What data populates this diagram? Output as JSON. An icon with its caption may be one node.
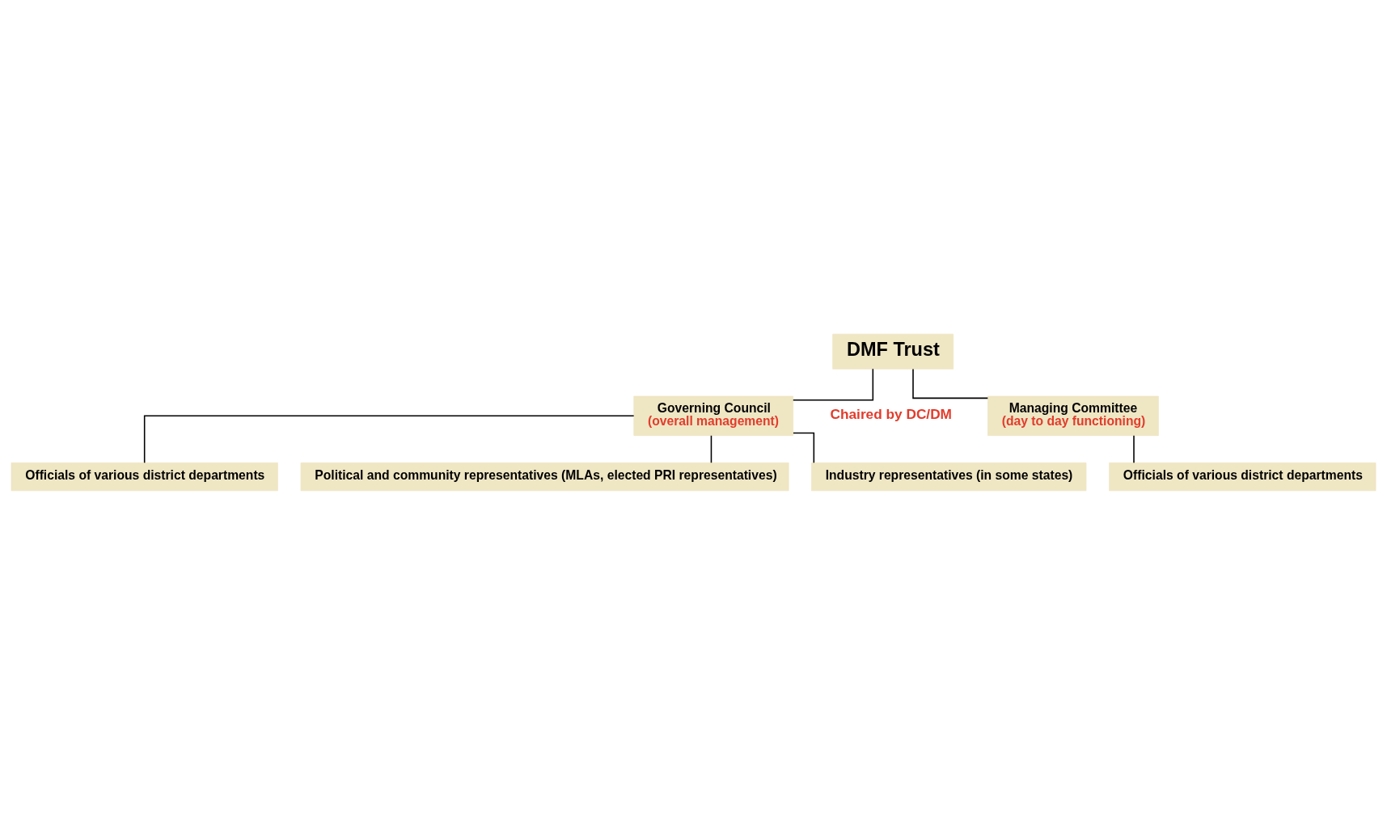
{
  "diagram": {
    "nodes": [
      {
        "text": [
          "DMF Trust"
        ]
      },
      {
        "text": [
          "Governing Council",
          "(overall management)"
        ]
      },
      {
        "text": [
          "Managing Committee",
          "(day to day functioning)"
        ]
      },
      {
        "text": [
          "Officials of various district departments"
        ]
      },
      {
        "text": [
          "Political and community representatives (MLAs, elected PRI representatives)"
        ]
      },
      {
        "text": [
          "Industry representatives (in some states)"
        ]
      },
      {
        "text": [
          "Officials of various district departments"
        ]
      }
    ],
    "edges": [
      {
        "from": 0,
        "to": 1,
        "arrow": "none"
      },
      {
        "from": 0,
        "to": 2,
        "arrow": "none"
      },
      {
        "from": 1,
        "to": 3,
        "arrow": "none"
      },
      {
        "from": 1,
        "to": 4,
        "arrow": "none"
      },
      {
        "from": 1,
        "to": 5,
        "arrow": "none"
      },
      {
        "from": 2,
        "to": 6,
        "arrow": "none"
      }
    ],
    "labels": [
      "Chaired by DC/DM"
    ]
  }
}
